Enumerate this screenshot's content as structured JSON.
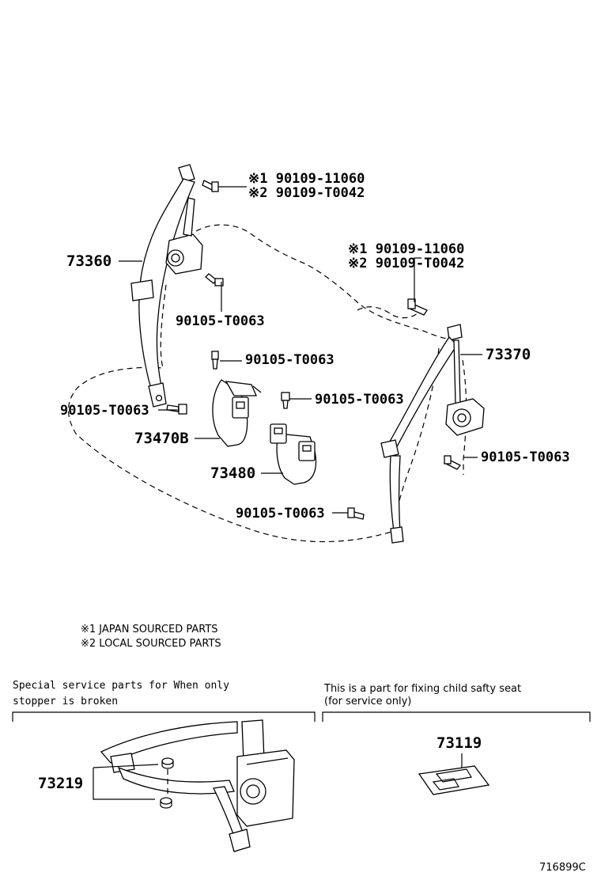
{
  "callouts": {
    "upper_left_bolt_1": "※1 90109-11060",
    "upper_left_bolt_2": "※2 90109-T0042",
    "left_belt": "73360",
    "left_retractor_bolt": "90105-T0063",
    "upper_right_bolt_1": "※1 90109-11060",
    "upper_right_bolt_2": "※2 90109-T0042",
    "right_belt": "73370",
    "center_bolt_a": "90105-T0063",
    "center_bolt_b": "90105-T0063",
    "left_lower_bolt": "90105-T0063",
    "buckle_left": "73470B",
    "buckle_center": "73480",
    "right_lower_bolt": "90105-T0063",
    "bottom_bolt": "90105-T0063"
  },
  "legend": {
    "line1": "※1 JAPAN SOURCED PARTS",
    "line2": "※2 LOCAL SOURCED PARTS"
  },
  "panels": {
    "left": {
      "note_line1": "Special  service  parts  for  When  only",
      "note_line2": "stopper  is  broken",
      "part": "73219"
    },
    "right": {
      "note_line1": "This is a part for fixing child safty seat",
      "note_line2": "(for service only)",
      "part": "73119"
    }
  },
  "illustration_id": "716899C"
}
